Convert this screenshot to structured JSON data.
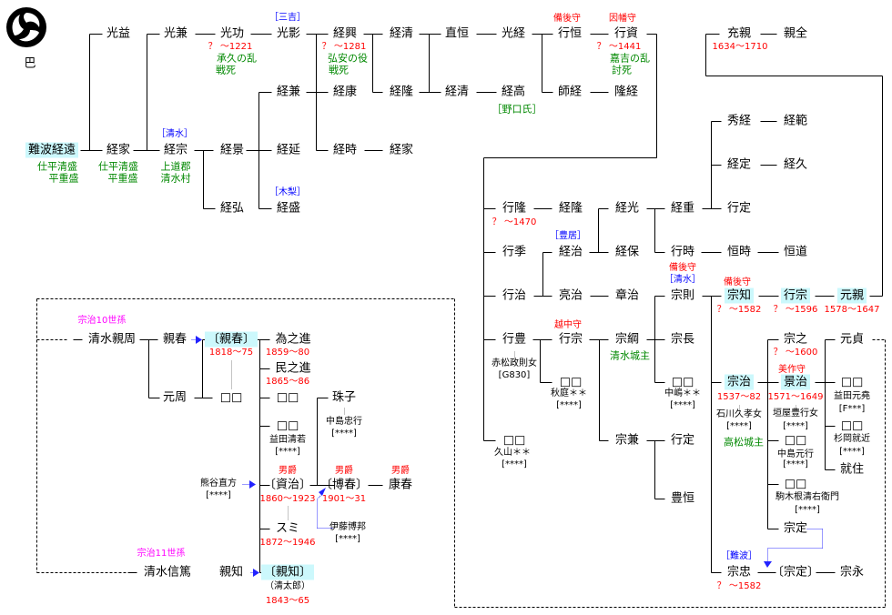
{
  "crest": {
    "icon": "tomoe-crest-icon",
    "label": "巴"
  },
  "colors": {
    "highlight": "#ccf8fc",
    "title": "#ff0000",
    "note": "#008800",
    "house": "#0000ff",
    "generation": "#ff00ff"
  },
  "labels": [
    "巴",
    "難波経遠",
    "仕平清盛",
    "平重盛",
    "光益",
    "経家",
    "仕平清盛",
    "平重盛",
    "光兼",
    "［清水］",
    "経宗",
    "上道郡",
    "清水村",
    "光功",
    "？ ～1221",
    "承久の乱",
    "戦死",
    "経景",
    "経弘",
    "［三吉］",
    "光影",
    "経兼",
    "経延",
    "［木梨］",
    "経盛",
    "経興",
    "？ ～1281",
    "弘安の役",
    "戦死",
    "経康",
    "経時",
    "経清",
    "経隆",
    "経家",
    "直恒",
    "経清",
    "光経",
    "経高",
    "［野口氏］",
    "備後守",
    "行恒",
    "師経",
    "因幡守",
    "行資",
    "？ ～1441",
    "嘉吉の乱",
    "討死",
    "隆経",
    "充親",
    "1634～1710",
    "親全",
    "秀経",
    "経範",
    "経定",
    "経久",
    "行隆",
    "？ ～1470",
    "経隆",
    "経光",
    "経重",
    "行定",
    "行季",
    "［豊居］",
    "経治",
    "経保",
    "行時",
    "恒時",
    "恒道",
    "行治",
    "亮治",
    "章治",
    "備後守",
    "［清水］",
    "宗則",
    "備後守",
    "宗知",
    "？ ～1582",
    "行宗",
    "？ ～1596",
    "元親",
    "1578～1647",
    "行豊",
    "赤松政則女",
    "[G830]",
    "越中守",
    "行宗",
    "□□",
    "秋庭＊＊",
    "[****]",
    "宗綱",
    "清水城主",
    "宗長",
    "□□",
    "中嶋＊＊",
    "[****]",
    "宗治",
    "1537～82",
    "石川久孝女",
    "[****]",
    "高松城主",
    "宗之",
    "？ ～1600",
    "美作守",
    "景治",
    "1571～1649",
    "垣屋豊行女",
    "[****]",
    "元貞",
    "□□",
    "益田元堯",
    "[F***]",
    "□□",
    "杉岡就近",
    "[****]",
    "就住",
    "□□",
    "中島元行",
    "[****]",
    "□□",
    "駒木根清右衛門",
    "[****]",
    "宗定",
    "□□",
    "久山＊＊",
    "[****]",
    "宗兼",
    "行定",
    "豊恒",
    "［難波］",
    "宗忠",
    "？ ～1582",
    "〔宗定〕",
    "宗永",
    "宗治10世孫",
    "清水親周",
    "親春",
    "〔親春〕",
    "1818～75",
    "元周",
    "□□",
    "為之進",
    "1859～80",
    "民之進",
    "1865～86",
    "□□",
    "□□",
    "益田清若",
    "[****]",
    "熊谷直方",
    "[****]",
    "男爵",
    "〔資治〕",
    "1860～1923",
    "スミ",
    "1872～1946",
    "珠子",
    "中島忠行",
    "[****]",
    "男爵",
    "〔博春〕",
    "1901～31",
    "伊藤博邦",
    "[****]",
    "男爵",
    "康春",
    "宗治11世孫",
    "清水信篤",
    "親知",
    "〔親知〕",
    "（清太郎）",
    "1843～65"
  ]
}
